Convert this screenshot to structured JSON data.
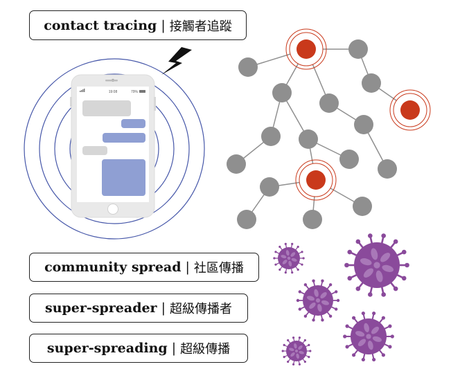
{
  "labels": {
    "contact_tracing": {
      "en": "contact tracing",
      "sep": "|",
      "zh": "接觸者追蹤"
    },
    "community_spread": {
      "en": "community spread",
      "sep": "|",
      "zh": "社區傳播"
    },
    "super_spreader": {
      "en": "super-spreader",
      "sep": "|",
      "zh": "超級傳播者"
    },
    "super_spreading": {
      "en": "super-spreading",
      "sep": "|",
      "zh": "超級傳播"
    }
  },
  "phone": {
    "time": "19:08",
    "battery": "79%"
  },
  "colors": {
    "node_gray": "#8f8f8f",
    "highlight_red": "#c9391b",
    "ring_blue": "#4657a9",
    "bubble_gray": "#d6d6d6",
    "bubble_blue": "#8f9fd3",
    "virus_purple": "#8a4a9b",
    "virus_light": "#a978b8"
  }
}
